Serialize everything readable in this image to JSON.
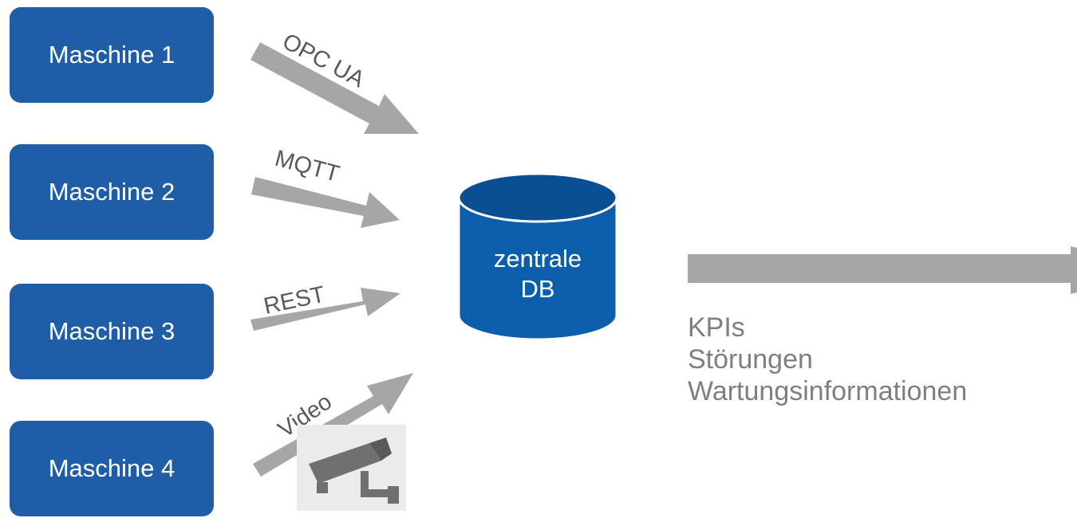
{
  "machines": [
    {
      "label": "Maschine 1"
    },
    {
      "label": "Maschine 2"
    },
    {
      "label": "Maschine 3"
    },
    {
      "label": "Maschine 4"
    }
  ],
  "protocols": [
    {
      "label": "OPC UA"
    },
    {
      "label": "MQTT"
    },
    {
      "label": "REST"
    },
    {
      "label": "Video"
    }
  ],
  "database": {
    "line1": "zentrale",
    "line2": "DB"
  },
  "output": {
    "items": [
      "KPIs",
      "Störungen",
      "Wartungsinformationen"
    ]
  },
  "colors": {
    "machine_fill": "#1f5ea7",
    "db_fill": "#0b5eaa",
    "db_top": "#0a4f92",
    "arrow": "#a6a6a6",
    "label_text": "#595959",
    "output_text": "#7f7f7f",
    "camera_bg": "#ebebeb",
    "camera_body": "#707070"
  },
  "icons": {
    "camera": "security-camera-icon"
  }
}
